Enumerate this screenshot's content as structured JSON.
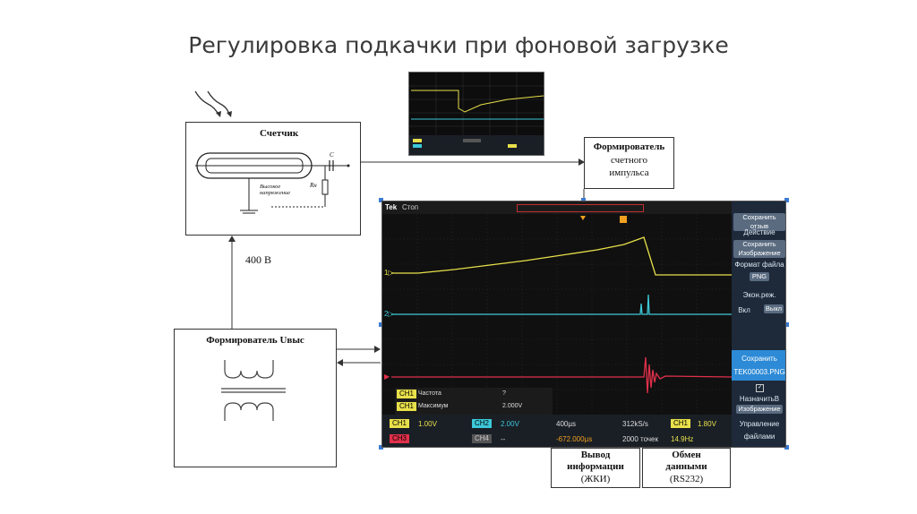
{
  "title": "Регулировка подкачки при фоновой загрузке",
  "counter_box": {
    "title": "Счетчик",
    "label_high_voltage": "Высокое напряжение",
    "label_c": "C",
    "label_r": "Rн"
  },
  "voltage_label": "400 В",
  "shaper_u": {
    "title": "Формирователь Uвыс"
  },
  "shaper_pulse": {
    "line1": "Формирователь",
    "line2": "счетного",
    "line3": "импульса"
  },
  "display_box": {
    "line1": "Вывод",
    "line2": "информации",
    "line3": "(ЖКИ)"
  },
  "exchange_box": {
    "line1": "Обмен",
    "line2": "данными",
    "line3": "(RS232)"
  },
  "scope": {
    "brand": "Tek",
    "status": "Стоп",
    "menu": {
      "save_waveform": "Сохранить отзыв",
      "action": "Действие",
      "save_image": "Сохранить Изображение",
      "file_format": "Формат файла",
      "format_value": "PNG",
      "eco_mode": "Экон.реж.",
      "on": "Вкл",
      "off": "Выкл",
      "save": "Сохранить",
      "file_name": "TEK00003.PNG",
      "assign_to": "НазначитьВ",
      "image": "Изображение",
      "file_mgmt_1": "Управление",
      "file_mgmt_2": "файлами"
    },
    "measurements": [
      {
        "ch": "CH1",
        "name": "Частота",
        "value": "?"
      },
      {
        "ch": "CH1",
        "name": "Максимум",
        "value": "2.000V"
      }
    ],
    "bottom": {
      "ch1": "CH1",
      "ch1_val": "1.00V",
      "ch2": "CH2",
      "ch2_val": "2.00V",
      "ch3": "CH3",
      "ch4": "CH4",
      "ch4_val": "--",
      "timebase": "400µs",
      "sample_rate": "312kS/s",
      "offset": "-672.000µs",
      "points": "2000 точек",
      "trig_ch": "CH1",
      "trig_level": "1.80V",
      "freq": "14.9Hz"
    },
    "colors": {
      "ch1": "#e8e04a",
      "ch2": "#3cc8d8",
      "ch3": "#e0304a",
      "trigger": "#f0a020"
    }
  }
}
